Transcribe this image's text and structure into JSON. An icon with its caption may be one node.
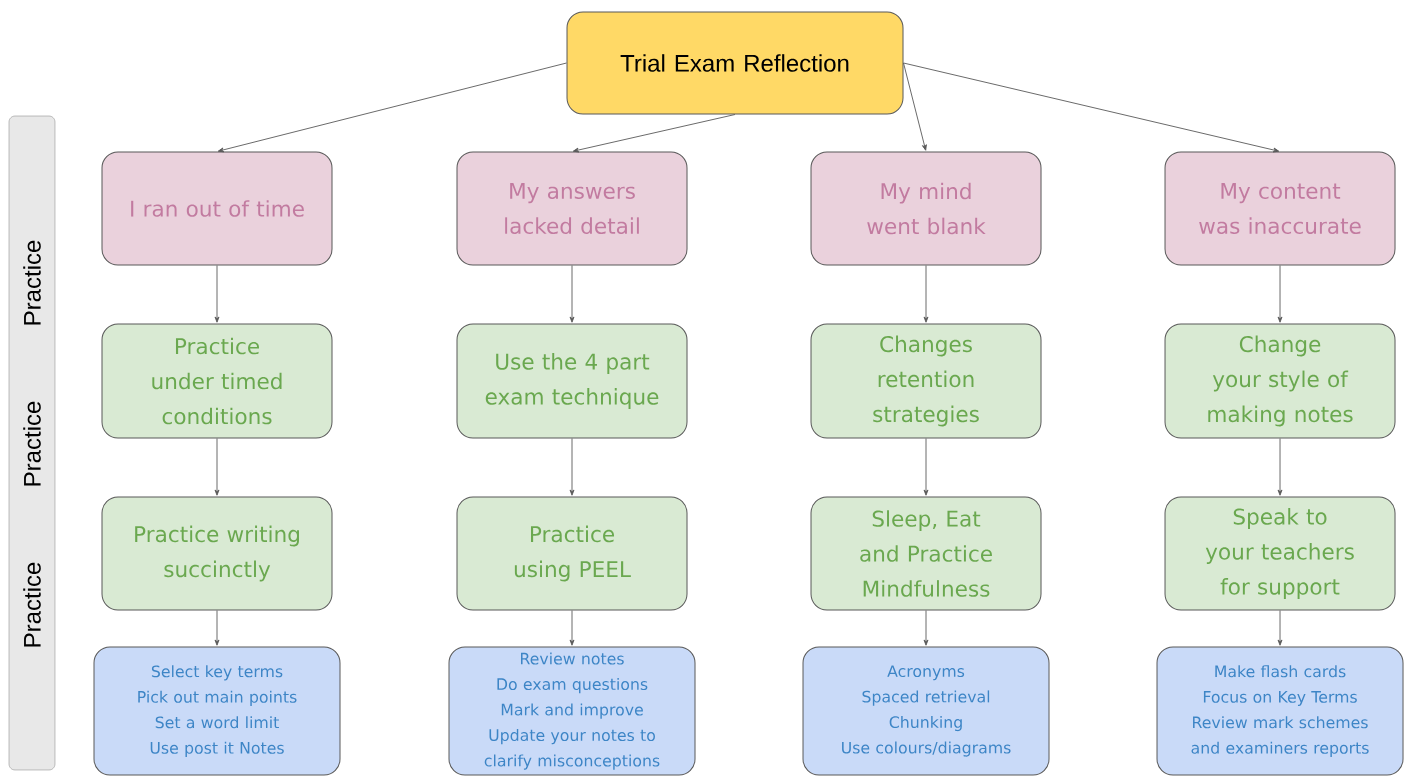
{
  "diagram": {
    "nodes": [
      {
        "text": [
          "Trial Exam Reflection"
        ]
      },
      {
        "text": [
          "Practice",
          "Practice",
          "Practice"
        ]
      },
      {
        "text": [
          "I ran out of time"
        ]
      },
      {
        "text": [
          "My answers lacked detail"
        ]
      },
      {
        "text": [
          "My mind went blank"
        ]
      },
      {
        "text": [
          "My content was inaccurate"
        ]
      },
      {
        "text": [
          "Practice under timed conditions"
        ]
      },
      {
        "text": [
          "Use the 4 part exam technique"
        ]
      },
      {
        "text": [
          "Changes retention strategies"
        ]
      },
      {
        "text": [
          "Change your style of making notes"
        ]
      },
      {
        "text": [
          "Practice writing succinctly"
        ]
      },
      {
        "text": [
          "Practice using PEEL"
        ]
      },
      {
        "text": [
          "Sleep, Eat and Practice Mindfulness"
        ]
      },
      {
        "text": [
          "Speak to your teachers for support"
        ]
      },
      {
        "text": [
          "Select key terms",
          "Pick out main points",
          "Set a word limit",
          "Use post it Notes"
        ]
      },
      {
        "text": [
          "Review notes",
          "Do exam questions",
          "Mark and improve",
          "Update your notes to clarify misconceptions"
        ]
      },
      {
        "text": [
          "Acronyms",
          "Spaced retrieval",
          "Chunking",
          "Use colours/diagrams"
        ]
      },
      {
        "text": [
          "Make flash cards",
          "Focus on Key Terms",
          "Review mark schemes and examiners reports"
        ]
      }
    ],
    "edges": [
      {
        "from": 0,
        "to": 2,
        "arrow": "to"
      },
      {
        "from": 0,
        "to": 3,
        "arrow": "to"
      },
      {
        "from": 0,
        "to": 4,
        "arrow": "to"
      },
      {
        "from": 0,
        "to": 5,
        "arrow": "to"
      },
      {
        "from": 2,
        "to": 6,
        "arrow": "to"
      },
      {
        "from": 3,
        "to": 7,
        "arrow": "to"
      },
      {
        "from": 4,
        "to": 8,
        "arrow": "to"
      },
      {
        "from": 5,
        "to": 9,
        "arrow": "to"
      },
      {
        "from": 6,
        "to": 10,
        "arrow": "to"
      },
      {
        "from": 7,
        "to": 11,
        "arrow": "to"
      },
      {
        "from": 8,
        "to": 12,
        "arrow": "to"
      },
      {
        "from": 9,
        "to": 13,
        "arrow": "to"
      },
      {
        "from": 10,
        "to": 14,
        "arrow": "to"
      },
      {
        "from": 11,
        "to": 15,
        "arrow": "to"
      },
      {
        "from": 12,
        "to": 16,
        "arrow": "to"
      },
      {
        "from": 13,
        "to": 17,
        "arrow": "to"
      }
    ]
  }
}
